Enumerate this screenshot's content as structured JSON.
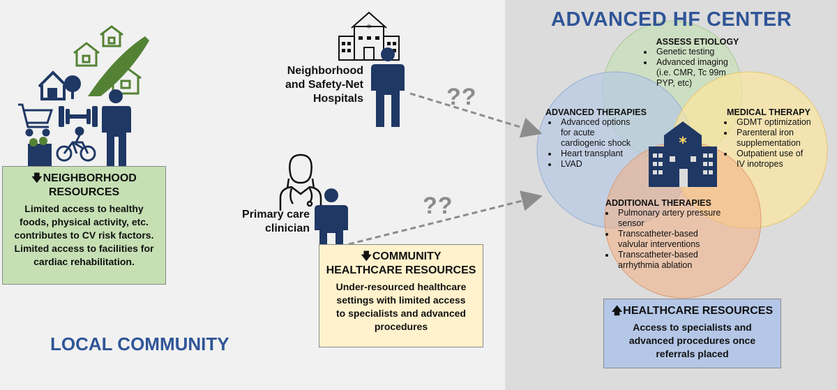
{
  "left_panel": {
    "title": "LOCAL COMMUNITY",
    "neighborhood_box": {
      "heading_line1": "NEIGHBORHOOD",
      "heading_line2": "RESOURCES",
      "body": [
        "Limited access to healthy",
        "foods, physical activity, etc.",
        "contributes to CV risk factors.",
        "Limited access to facilities for",
        "cardiac rehabilitation."
      ]
    },
    "hospital_label": [
      "Neighborhood",
      "and Safety-Net",
      "Hospitals"
    ],
    "clinician_label": [
      "Primary care",
      "clinician"
    ],
    "question_marks_top": "??",
    "question_marks_bottom": "??",
    "community_box": {
      "heading_line1": "COMMUNITY",
      "heading_line2": "HEALTHCARE RESOURCES",
      "body": [
        "Under-resourced healthcare",
        "settings with limited access",
        "to specialists and advanced",
        "procedures"
      ]
    }
  },
  "right_panel": {
    "title": "ADVANCED HF CENTER",
    "assess_etiology": {
      "title": "ASSESS ETIOLOGY",
      "items": [
        "Genetic testing",
        "Advanced imaging (i.e. CMR, Tc 99m PYP, etc)"
      ]
    },
    "advanced_therapies": {
      "title": "ADVANCED THERAPIES",
      "items": [
        "Advanced options for acute cardiogenic shock",
        "Heart transplant",
        "LVAD"
      ]
    },
    "medical_therapy": {
      "title": "MEDICAL THERAPY",
      "items": [
        "GDMT optimization",
        "Parenteral iron supplementation",
        "Outpatient use of IV inotropes"
      ]
    },
    "additional_therapies": {
      "title": "ADDITIONAL THERAPIES",
      "items": [
        "Pulmonary artery pressure sensor",
        "Transcatheter-based valvular interventions",
        "Transcatheter-based arrhythmia ablation"
      ]
    },
    "healthcare_box": {
      "heading": "HEALTHCARE RESOURCES",
      "body": [
        "Access to specialists and",
        "advanced procedures once",
        "referrals placed"
      ]
    }
  },
  "colors": {
    "title_blue": "#2f5597",
    "icon_navy": "#1f3864",
    "circle_green": "#c5e0b4",
    "circle_blue": "#b4c7e7",
    "circle_yellow": "#ffe699",
    "circle_red": "#f4b183",
    "arrow_gray": "#8c8c8c"
  }
}
